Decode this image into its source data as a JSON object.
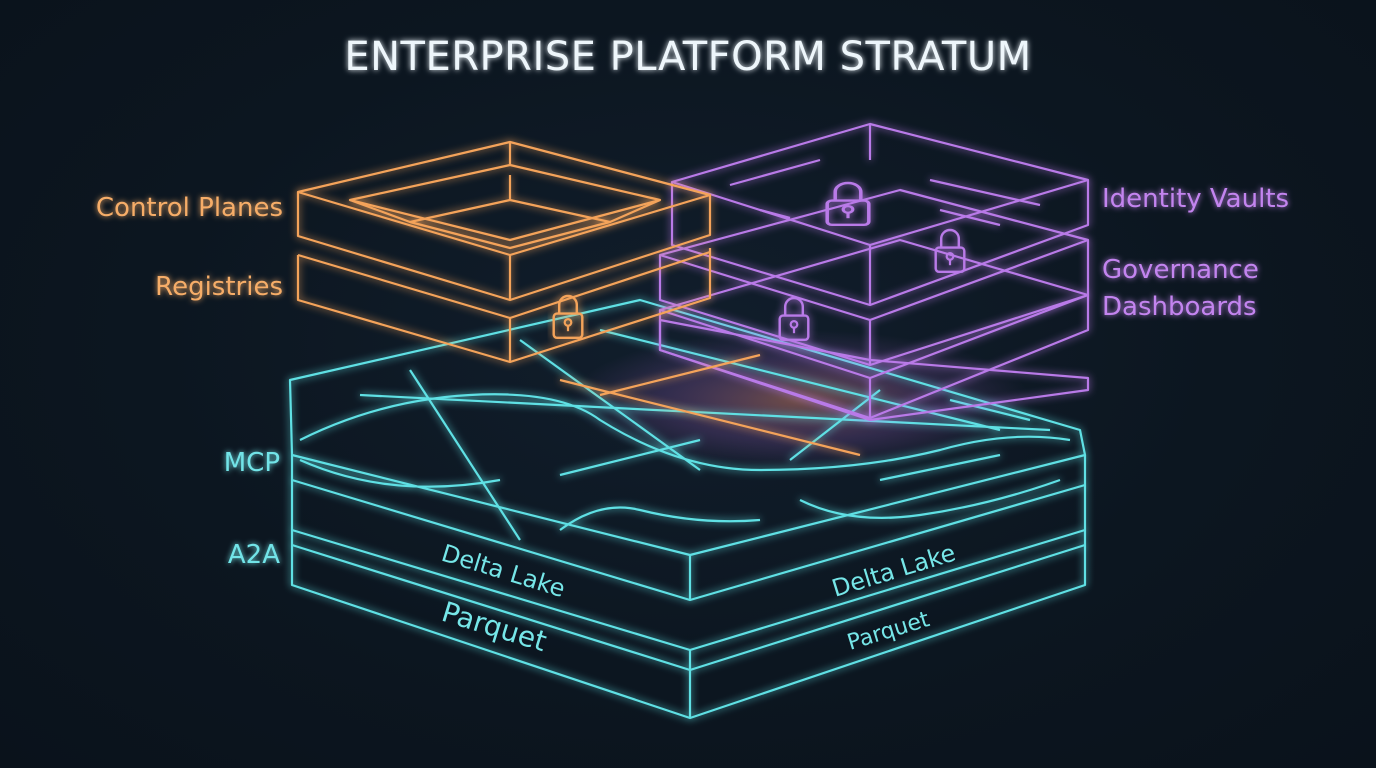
{
  "title": "ENTERPRISE PLATFORM STRATUM",
  "labels": {
    "control_planes": "Control Planes",
    "registries": "Registries",
    "identity_vaults": "Identity Vaults",
    "governance_line1": "Governance",
    "governance_line2": "Dashboards",
    "mcp": "MCP",
    "a2a": "A2A"
  },
  "faces": {
    "delta_lake_left": "Delta Lake",
    "delta_lake_right": "Delta Lake",
    "parquet_left": "Parquet",
    "parquet_right": "Parquet"
  },
  "colors": {
    "orange": "#f4a35a",
    "purple": "#b97ae8",
    "cyan": "#5fe0e4",
    "background": "#0b141e"
  },
  "icons": [
    "lock-icon"
  ]
}
